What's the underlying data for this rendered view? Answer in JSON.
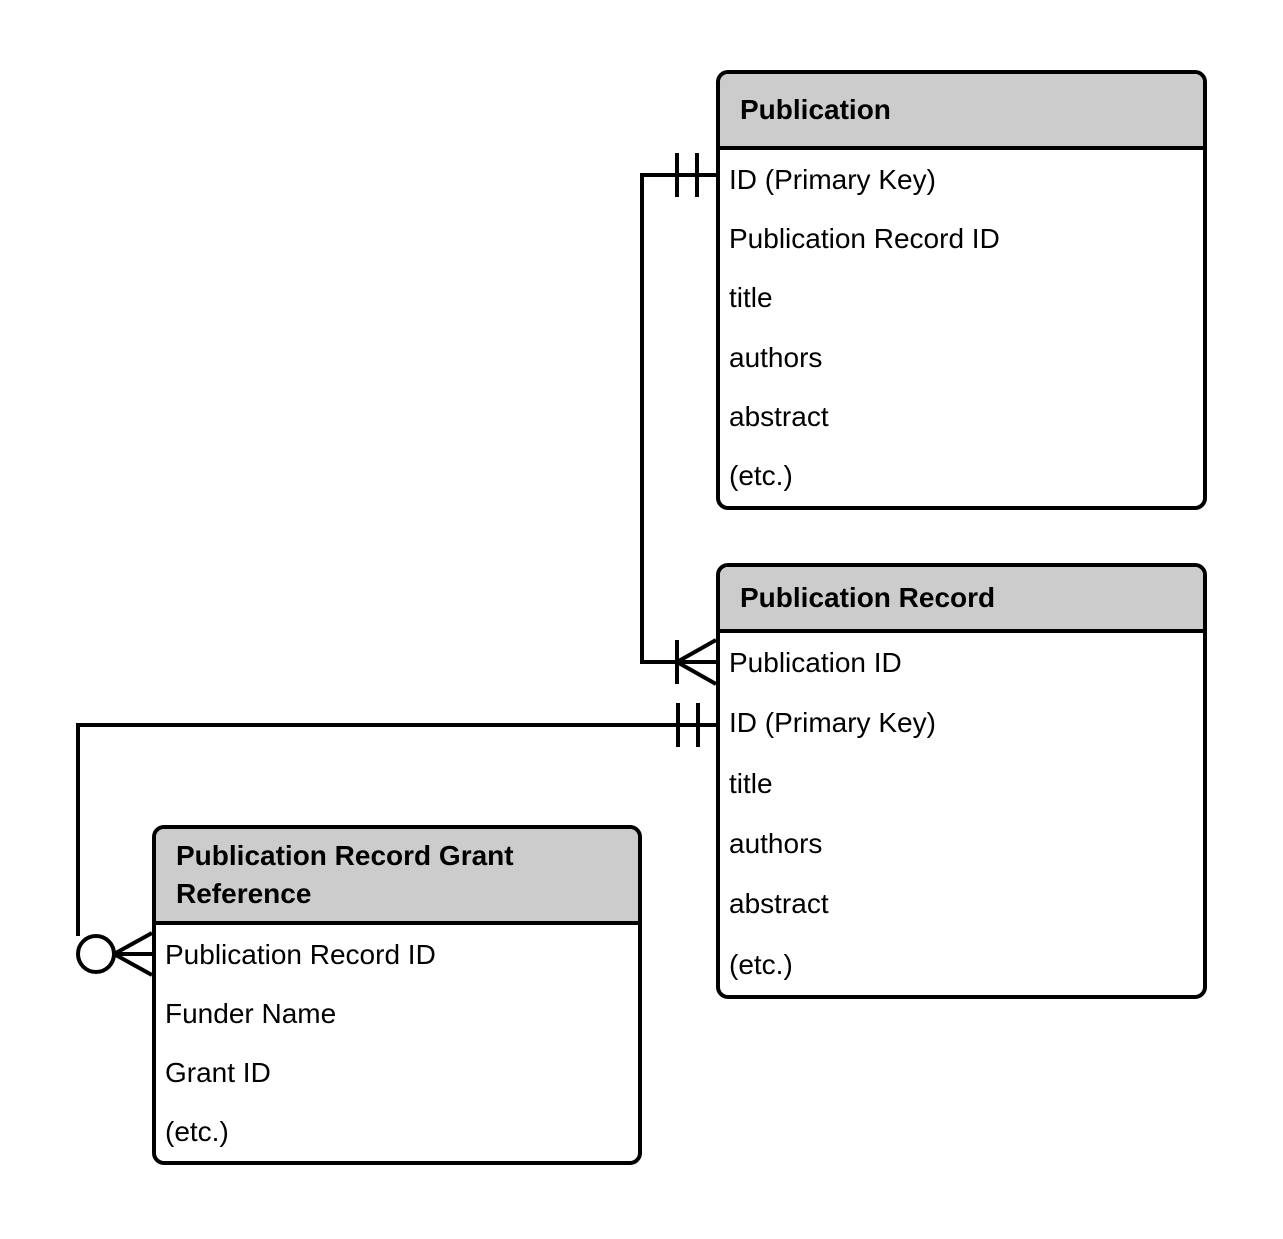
{
  "diagram": {
    "type": "entity-relationship-diagram",
    "background_color": "#ffffff",
    "line_color": "#000000",
    "entity_header_fill": "#cccccc",
    "entity_body_fill": "#ffffff",
    "entity_border_color": "#000000"
  },
  "entities": [
    {
      "name": "Publication",
      "fields": [
        "ID (Primary Key)",
        "Publication Record ID",
        "title",
        "authors",
        "abstract",
        "(etc.)"
      ]
    },
    {
      "name": "Publication Record",
      "fields": [
        "Publication ID",
        "ID (Primary Key)",
        "title",
        "authors",
        "abstract",
        "(etc.)"
      ]
    },
    {
      "name": "Publication Record Grant Reference",
      "fields": [
        "Publication Record ID",
        "Funder Name",
        "Grant ID",
        "(etc.)"
      ]
    }
  ],
  "relationships": [
    {
      "from_entity": "Publication",
      "from_field": "ID (Primary Key)",
      "from_cardinality": "one-and-only-one",
      "to_entity": "Publication Record",
      "to_field": "Publication ID",
      "to_cardinality": "one-or-many"
    },
    {
      "from_entity": "Publication Record",
      "from_field": "ID (Primary Key)",
      "from_cardinality": "one-and-only-one",
      "to_entity": "Publication Record Grant Reference",
      "to_field": "Publication Record ID",
      "to_cardinality": "zero-or-many"
    }
  ]
}
